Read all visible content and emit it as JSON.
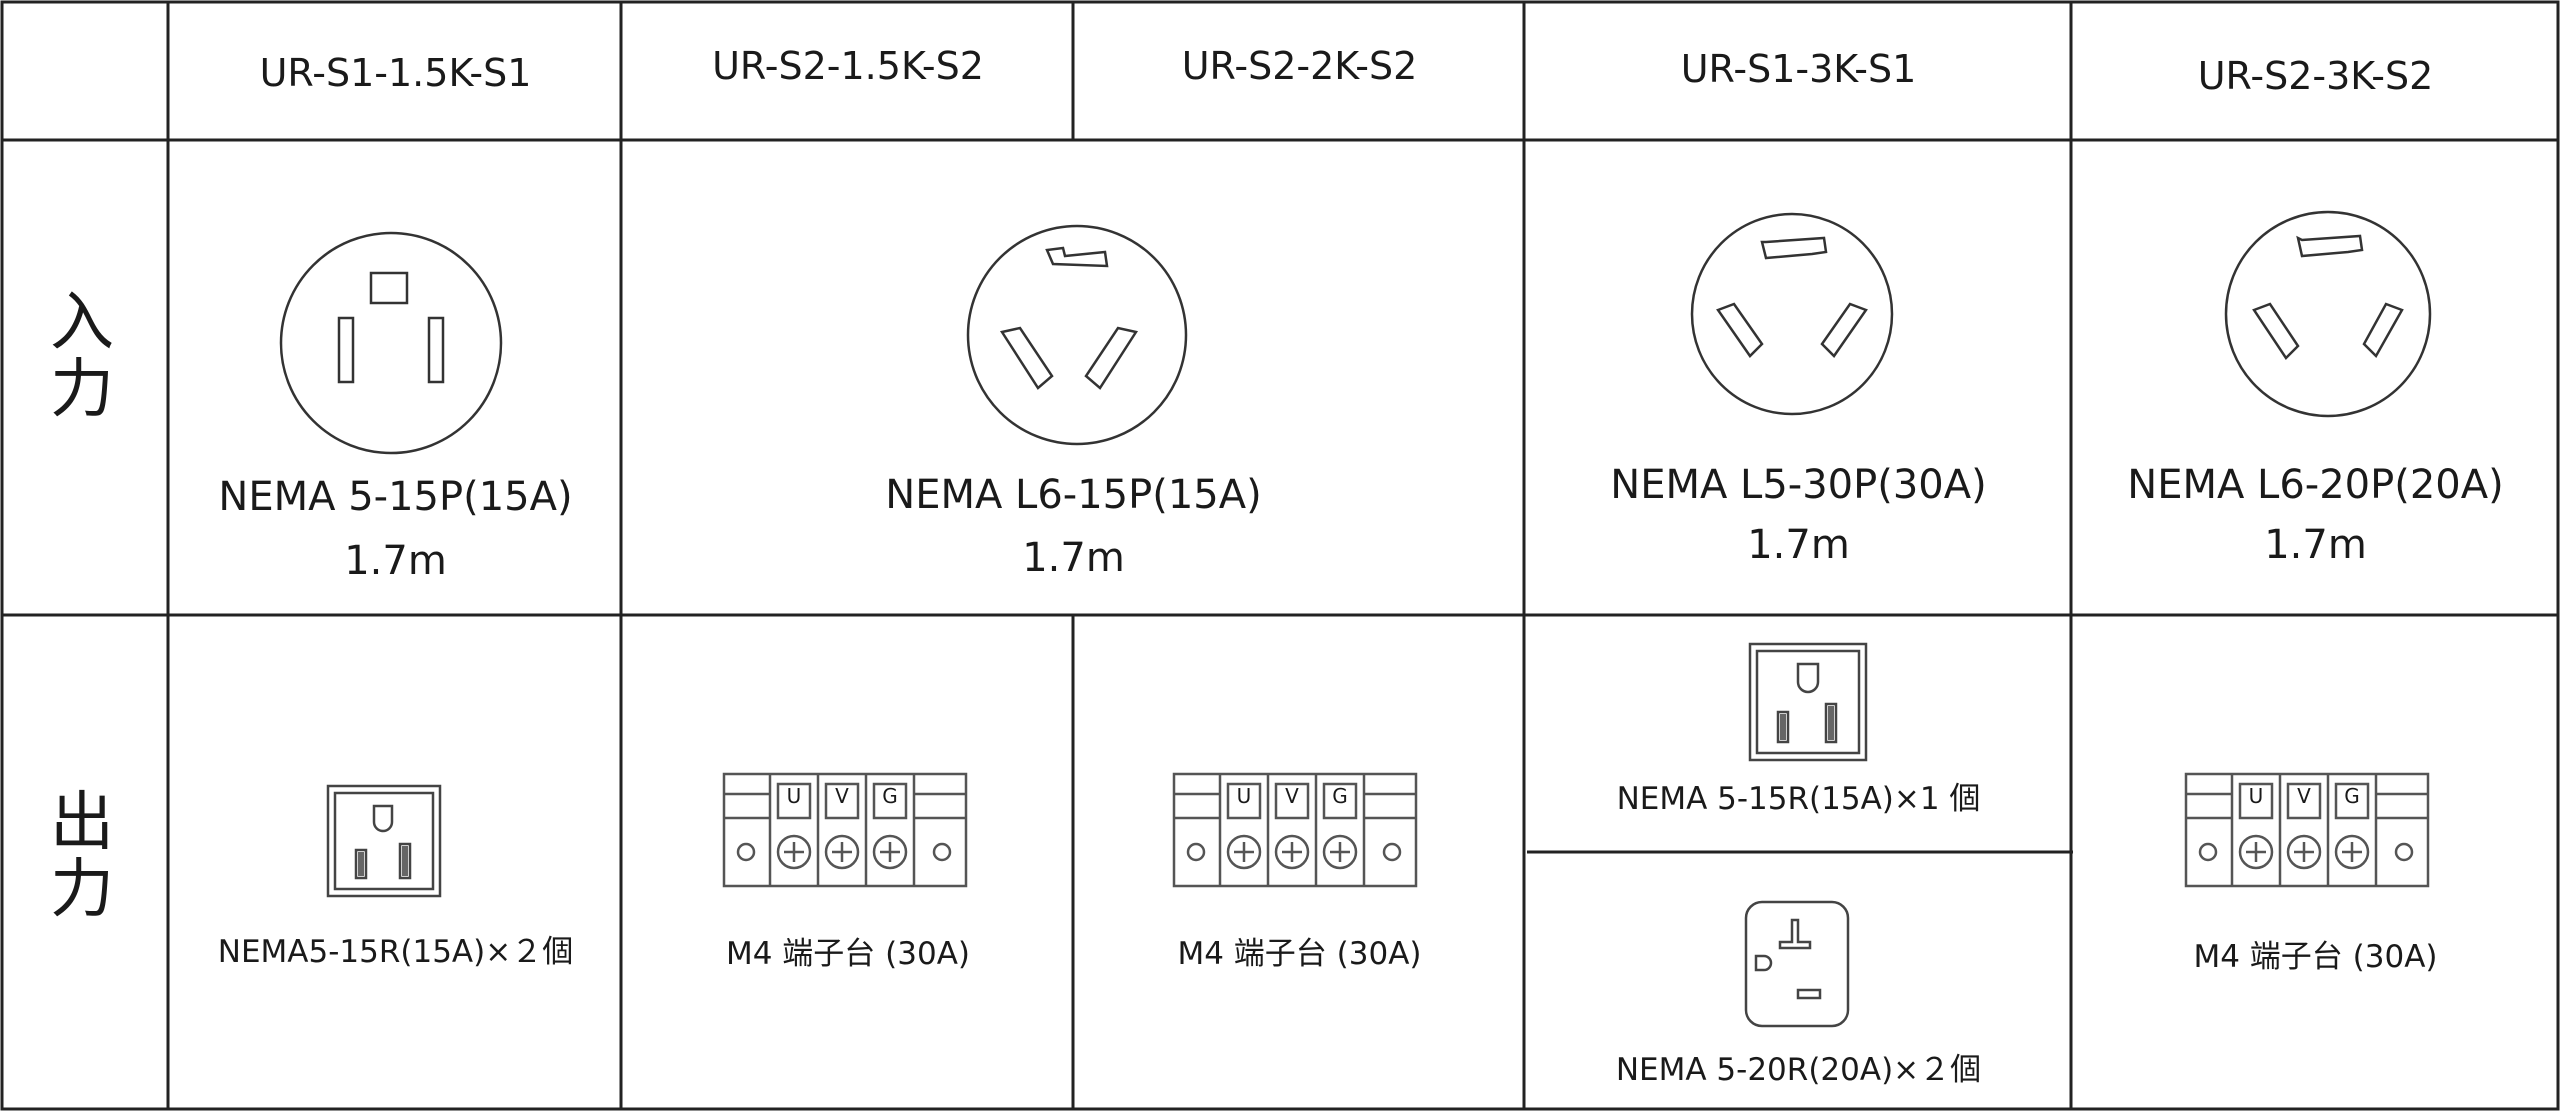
{
  "header": {
    "corner": "",
    "models": [
      "UR-S1-1.5K-S1",
      "UR-S2-1.5K-S2",
      "UR-S2-2K-S2",
      "UR-S1-3K-S1",
      "UR-S2-3K-S2"
    ]
  },
  "rows": {
    "input_label": "入力",
    "output_label": "出力"
  },
  "input": [
    {
      "plug": "NEMA 5-15P(15A)",
      "length": "1.7m",
      "icon": "nema-5-15p-plug-icon"
    },
    {
      "plug": "NEMA L6-15P(15A)",
      "length": "1.7m",
      "icon": "nema-l6-15p-locking-plug-icon"
    },
    {
      "plug": "NEMA L5-30P(30A)",
      "length": "1.7m",
      "icon": "nema-l5-30p-locking-plug-icon"
    },
    {
      "plug": "NEMA L6-20P(20A)",
      "length": "1.7m",
      "icon": "nema-l6-20p-locking-plug-icon"
    }
  ],
  "output": [
    {
      "label": "NEMA5-15R(15A)×２個",
      "icon": "nema-5-15r-receptacle-icon"
    },
    {
      "label": "M4 端子台 (30A)",
      "icon": "terminal-block-icon",
      "terminals": [
        "U",
        "V",
        "G"
      ]
    },
    {
      "label": "M4 端子台 (30A)",
      "icon": "terminal-block-icon",
      "terminals": [
        "U",
        "V",
        "G"
      ]
    },
    {
      "label": "NEMA  5-15R(15A)×1  個",
      "icon": "nema-5-15r-receptacle-icon"
    },
    {
      "label": "NEMA  5-20R(20A)×２個",
      "icon": "nema-5-20r-receptacle-icon"
    },
    {
      "label": "M4 端子台 (30A)",
      "icon": "terminal-block-icon",
      "terminals": [
        "U",
        "V",
        "G"
      ]
    }
  ]
}
